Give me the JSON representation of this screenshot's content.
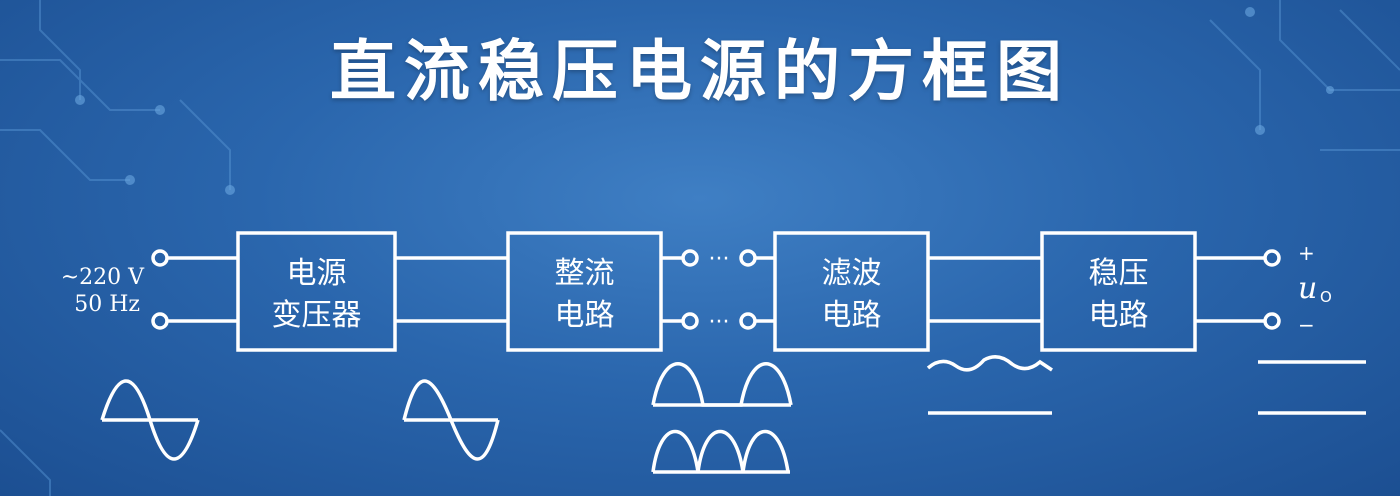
{
  "title": "直流稳压电源的方框图",
  "input_label": {
    "voltage": "~220 V",
    "freq": "50 Hz"
  },
  "blocks": [
    {
      "line1": "电源",
      "line2": "变压器"
    },
    {
      "line1": "整流",
      "line2": "电路"
    },
    {
      "line1": "滤波",
      "line2": "电路"
    },
    {
      "line1": "稳压",
      "line2": "电路"
    }
  ],
  "output_label": {
    "plus": "+",
    "symbol": "u",
    "subscript": "O",
    "minus": "−"
  },
  "dots": "···",
  "colors": {
    "background": "#2a66ad",
    "stroke": "#ffffff"
  }
}
